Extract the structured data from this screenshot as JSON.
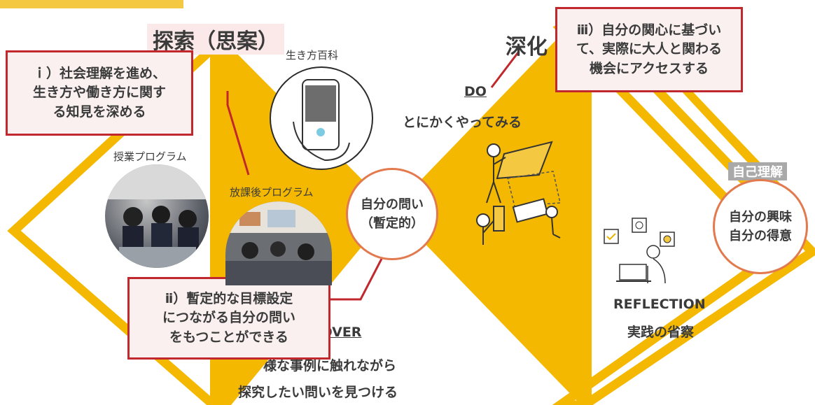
{
  "colors": {
    "yellow": "#f5b800",
    "callout_border": "#c0282d",
    "callout_bg": "#faf0f0",
    "ring_border": "#e27a4e",
    "tag_bg": "#a9a9a9"
  },
  "header": {
    "explore": "探索（思案）",
    "deepen": "深化"
  },
  "labels": {
    "encyclopedia": "生き方百科",
    "class_program": "授業プログラム",
    "after_school_program": "放課後プログラム"
  },
  "callouts": {
    "c1": "ｉ）社会理解を進め、\n生き方や働き方に関す\nる知見を深める",
    "c2": "ⅱ）暫定的な目標設定\nにつながる自分の問い\nをもつことができる",
    "c3": "ⅲ）自分の関心に基づい\nて、実際に大人と関わる\n機会にアクセスする"
  },
  "circles": {
    "question": "自分の問い\n（暫定的）",
    "interest": "自分の興味\n自分の得意"
  },
  "self_understanding_tag": "自己理解",
  "stages": {
    "discover_title": "DISCOVER",
    "discover_line1": "多様な事例に触れながら",
    "discover_line2": "探究したい問いを見つける",
    "do_title": "DO",
    "do_desc": "とにかくやってみる",
    "reflection_title": "REFLECTION",
    "reflection_desc": "実践の省察"
  },
  "icons": [
    "smartphone-icon",
    "students-photo",
    "classroom-photo",
    "people-activity-illustration",
    "reflection-laptop-illustration"
  ]
}
